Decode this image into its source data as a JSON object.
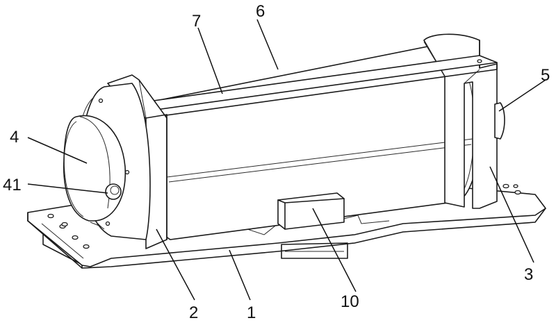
{
  "figure": {
    "part_labels": {
      "p1": "1",
      "p2": "2",
      "p3": "3",
      "p4": "4",
      "p41": "41",
      "p5": "5",
      "p6": "6",
      "p7": "7",
      "p10": "10"
    }
  }
}
